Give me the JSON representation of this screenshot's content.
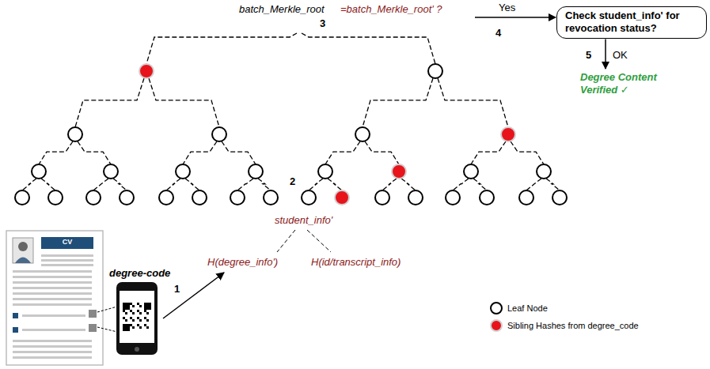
{
  "diagram": {
    "nodes": [
      {
        "text": [
          "Check student_info' for revocation status?"
        ]
      }
    ],
    "labels": [
      "batch_Merkle_root",
      "=batch_Merkle_root' ?",
      "3",
      "Yes",
      "4",
      "5",
      "OK",
      "Degree Content Verified ✓",
      "2",
      "student_info'",
      "H(degree_info')",
      "H(id/transcript_info)",
      "1",
      "degree-code",
      "CV"
    ],
    "legend": [
      {
        "text": "Leaf Node"
      },
      {
        "text": "Sibling Hashes from degree_code",
        "color": "#e8141c"
      }
    ]
  }
}
